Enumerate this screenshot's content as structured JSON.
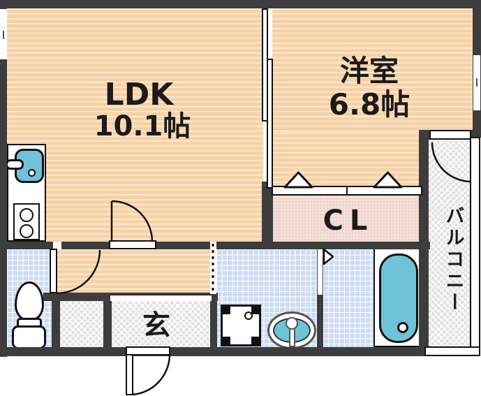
{
  "rooms": {
    "ldk": {
      "label": "LDK",
      "size": "10.1帖"
    },
    "western_room": {
      "label": "洋室",
      "size": "6.8帖"
    },
    "closet": {
      "label": "CL"
    },
    "entrance": {
      "label": "玄"
    },
    "balcony": {
      "label": "バルコニー"
    }
  },
  "fixtures": [
    "kitchen-sink",
    "gas-stove",
    "toilet",
    "washing-machine-pan",
    "washbasin",
    "bathtub"
  ],
  "colors": {
    "wall": "#3d3d3d",
    "floor_peach": "#f8d2a6",
    "tile_blue": "#cddcf3",
    "closet_pink": "#f4ded7",
    "hatch_gray": "#e2e2e2",
    "fixture_blue": "#6fc3d8",
    "line": "#111111"
  }
}
